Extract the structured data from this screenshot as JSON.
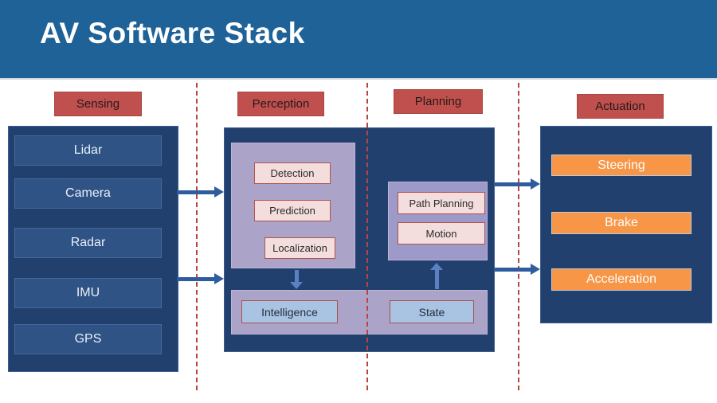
{
  "slide": {
    "title": "AV Software Stack"
  },
  "columns": {
    "sensing": "Sensing",
    "perception": "Perception",
    "planning": "Planning",
    "actuation": "Actuation"
  },
  "sensing": {
    "items": [
      "Lidar",
      "Camera",
      "Radar",
      "IMU",
      "GPS"
    ]
  },
  "perception": {
    "items": [
      "Detection",
      "Prediction",
      "Localization"
    ]
  },
  "planning": {
    "items": [
      "Path Planning",
      "Motion"
    ]
  },
  "shared": {
    "items": [
      "Intelligence",
      "State"
    ]
  },
  "actuation": {
    "items": [
      "Steering",
      "Brake",
      "Acceleration"
    ]
  },
  "colors": {
    "header_blue": "#1E6298",
    "container_navy": "#21406D",
    "sensor_box_blue": "#2E5384",
    "label_red": "#C0504D",
    "lavender": "#ACA3C9",
    "planning_lavender": "#9D99C9",
    "pink_box": "#F3DEDD",
    "pink_border": "#B1534F",
    "light_blue_box": "#A9C4E3",
    "orange_box": "#F79646",
    "arrow_dark_blue": "#2E5C9E",
    "arrow_light_blue": "#5B81C2",
    "dashed_line_red": "#B8443E"
  }
}
